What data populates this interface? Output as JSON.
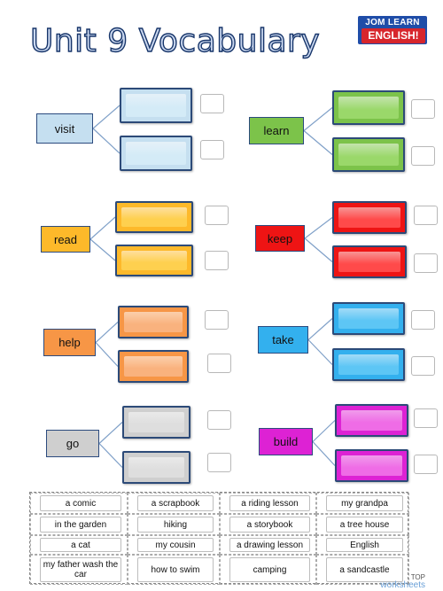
{
  "title": "Unit 9 Vocabulary",
  "logo": {
    "line1": "JOM LEARN",
    "line2": "ENGLISH!"
  },
  "verbs": [
    {
      "label": "visit",
      "color": "#c5dff0",
      "slot_color": "#d4ebf7"
    },
    {
      "label": "learn",
      "color": "#7cc34a",
      "slot_color": "#9ad86a"
    },
    {
      "label": "read",
      "color": "#fdb92a",
      "slot_color": "#fed04f"
    },
    {
      "label": "keep",
      "color": "#ee1414",
      "slot_color": "#ff4a4a"
    },
    {
      "label": "help",
      "color": "#f79646",
      "slot_color": "#f9b27e"
    },
    {
      "label": "take",
      "color": "#33b0ee",
      "slot_color": "#5dc6f5"
    },
    {
      "label": "go",
      "color": "#cfcfcf",
      "slot_color": "#dedede"
    },
    {
      "label": "build",
      "color": "#dd22d4",
      "slot_color": "#ef6ce6"
    }
  ],
  "word_bank": [
    [
      "a comic",
      "a  scrapbook",
      "a riding  lesson",
      "my grandpa"
    ],
    [
      "in the garden",
      "hiking",
      "a storybook",
      "a tree house"
    ],
    [
      "a cat",
      "my cousin",
      "a drawing lesson",
      "English"
    ],
    [
      "my father wash the car",
      "how to swim",
      "camping",
      "a sandcastle"
    ]
  ],
  "watermark": {
    "top": "TOP",
    "brand": "worksheets"
  }
}
